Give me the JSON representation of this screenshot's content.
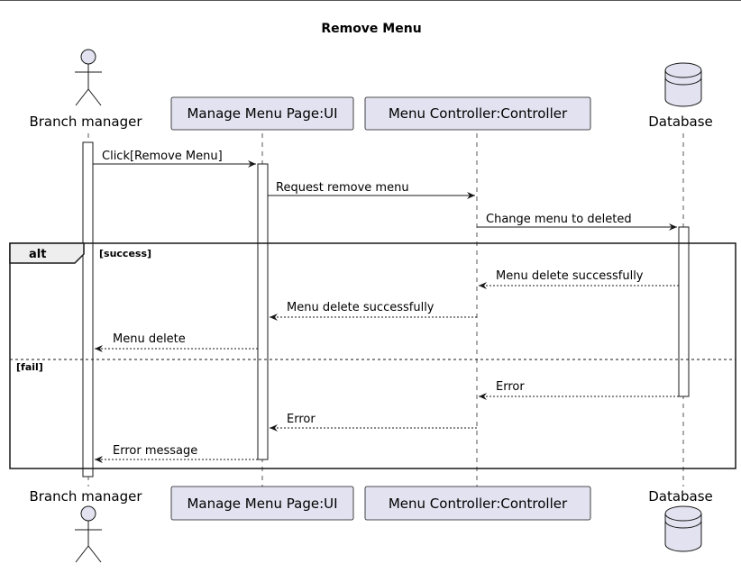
{
  "diagram": {
    "title": "Remove Menu",
    "participants": [
      {
        "id": "p0",
        "label": "Branch manager",
        "shape": "actor"
      },
      {
        "id": "p1",
        "label": "Manage Menu Page:UI",
        "shape": "participant"
      },
      {
        "id": "p2",
        "label": "Menu Controller:Controller",
        "shape": "participant"
      },
      {
        "id": "p3",
        "label": "Database",
        "shape": "database"
      }
    ],
    "messages": [
      {
        "from": "p0",
        "to": "p1",
        "label": "Click[Remove Menu]",
        "style": "solid"
      },
      {
        "from": "p1",
        "to": "p2",
        "label": "Request remove menu",
        "style": "solid"
      },
      {
        "from": "p2",
        "to": "p3",
        "label": "Change menu to deleted",
        "style": "solid"
      },
      {
        "from": "p3",
        "to": "p2",
        "label": "Menu delete successfully",
        "style": "dashed"
      },
      {
        "from": "p2",
        "to": "p1",
        "label": "Menu delete successfully",
        "style": "dashed"
      },
      {
        "from": "p1",
        "to": "p0",
        "label": "Menu delete",
        "style": "dashed"
      },
      {
        "from": "p3",
        "to": "p2",
        "label": "Error",
        "style": "dashed"
      },
      {
        "from": "p2",
        "to": "p1",
        "label": "Error",
        "style": "dashed"
      },
      {
        "from": "p1",
        "to": "p0",
        "label": "Error message",
        "style": "dashed"
      }
    ],
    "fragment": {
      "keyword": "alt",
      "sections": [
        {
          "guard": "[success]"
        },
        {
          "guard": "[fail]"
        }
      ]
    },
    "colors": {
      "participant_fill": "#e2e2f0",
      "participant_border": "#181818",
      "line": "#181818",
      "lifeline": "#555555"
    }
  }
}
